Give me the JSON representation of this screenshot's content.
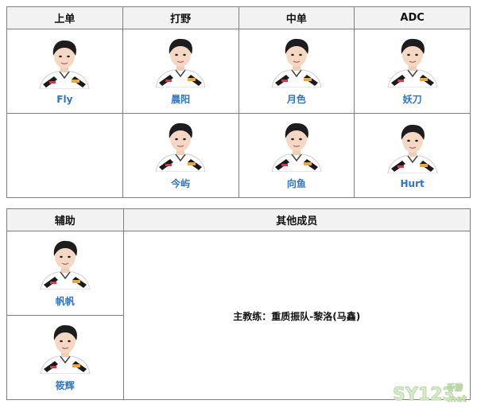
{
  "table1": {
    "headers": [
      "上单",
      "打野",
      "中单",
      "ADC"
    ],
    "row1": [
      "Fly",
      "晨阳",
      "月色",
      "妖刀"
    ],
    "row2": [
      "",
      "今屿",
      "向鱼",
      "Hurt"
    ]
  },
  "table2": {
    "headers": [
      "辅助",
      "其他成员"
    ],
    "support": [
      "帆帆",
      "筱辉"
    ],
    "other": "主教练：重质振队-黎洛(马鑫)"
  },
  "watermark": {
    "text": "SY123",
    "sub": "手游",
    "domain": ".net"
  },
  "colors": {
    "name": "#2e74c9",
    "header_bg": "#f2f2f2",
    "border": "#7f7f7f",
    "jersey": "#ffffff",
    "hair": "#1d1d1d"
  }
}
